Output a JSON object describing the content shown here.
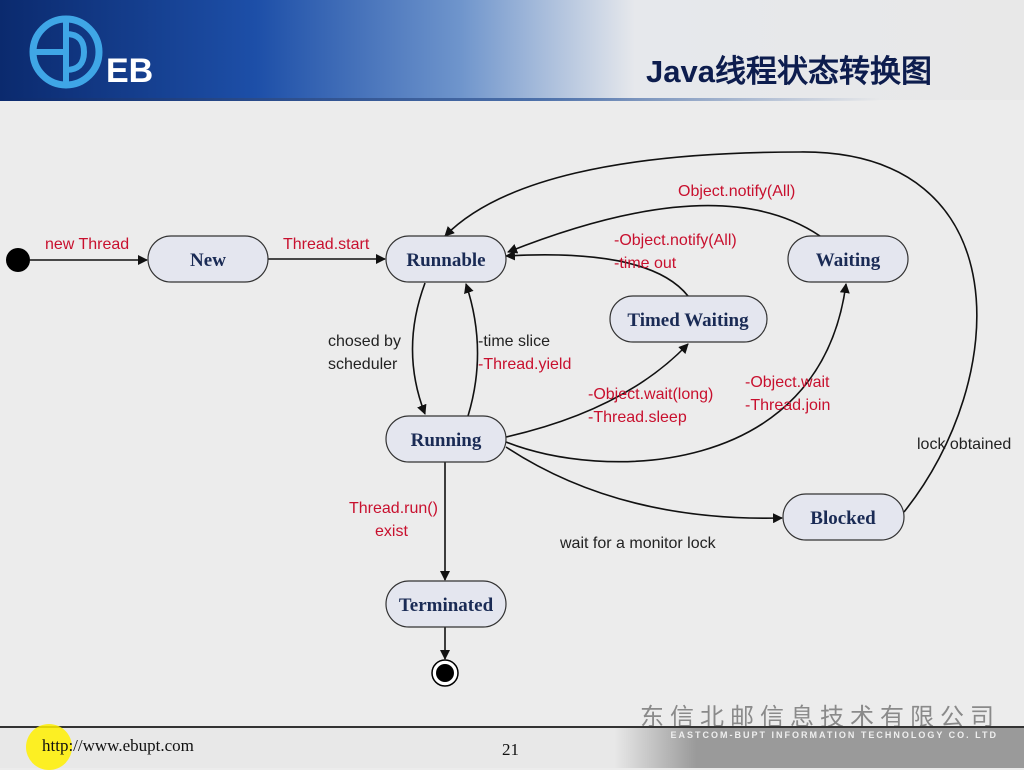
{
  "header": {
    "title": "Java线程状态转换图",
    "logo_text": "EB"
  },
  "states": {
    "new": "New",
    "runnable": "Runnable",
    "timed_waiting": "Timed Waiting",
    "waiting": "Waiting",
    "running": "Running",
    "blocked": "Blocked",
    "terminated": "Terminated"
  },
  "transitions": {
    "new_thread": "new Thread",
    "thread_start": "Thread.start",
    "chosed_by": "chosed by",
    "scheduler": "scheduler",
    "time_slice": "-time slice",
    "thread_yield": "-Thread.yield",
    "notify_all_waiting": "Object.notify(All)",
    "notify_all_timed": "-Object.notify(All)",
    "time_out": "-time out",
    "wait_long": "-Object.wait(long)",
    "thread_sleep": "-Thread.sleep",
    "object_wait": "-Object.wait",
    "thread_join": "-Thread.join",
    "lock_obtained": "lock obtained",
    "wait_monitor": "wait for a monitor lock",
    "thread_run": "Thread.run()",
    "exist": "exist"
  },
  "footer": {
    "url": "http://www.ebupt.com",
    "page": "21",
    "company_cn": "东信北邮信息技术有限公司",
    "company_en": "EASTCOM-BUPT INFORMATION TECHNOLOGY CO. LTD"
  }
}
